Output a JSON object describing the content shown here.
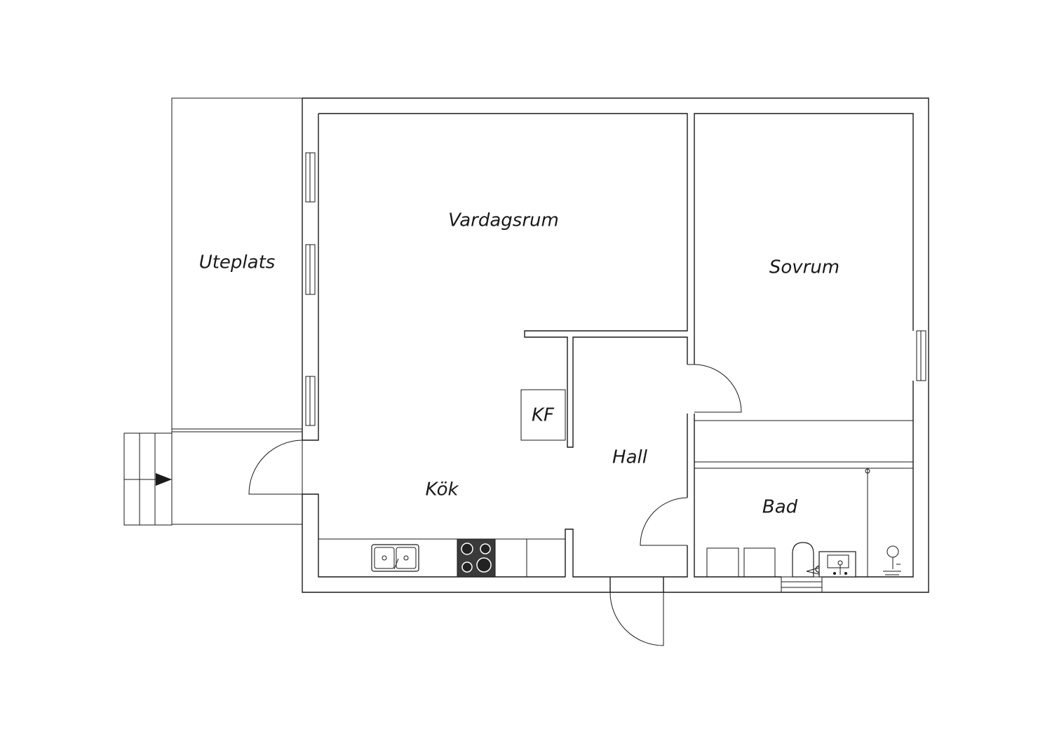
{
  "floor_plan": {
    "rooms": {
      "uteplats": "Uteplats",
      "vardagsrum": "Vardagsrum",
      "sovrum": "Sovrum",
      "kf": "KF",
      "hall": "Hall",
      "kok": "Kök",
      "bad": "Bad"
    },
    "colors": {
      "line": "#1a1a1a",
      "background": "#ffffff",
      "stove": "#3a3a3a"
    }
  }
}
